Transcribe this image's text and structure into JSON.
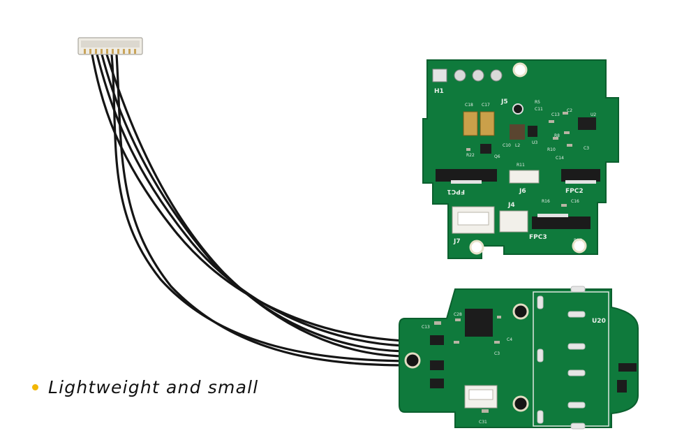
{
  "caption": {
    "text": "Lightweight and small",
    "bullet_color": "#f2b705"
  },
  "board_top": {
    "labels": {
      "h1": "H1",
      "j5": "J5",
      "j6": "J6",
      "j4": "J4",
      "j7": "J7",
      "fpc1": "FPC1",
      "fpc2": "FPC2",
      "fpc3": "FPC3",
      "c18": "C18",
      "c17": "C17",
      "c10": "C10",
      "l2": "L2",
      "u3": "U3",
      "r5": "R5",
      "c11": "C11",
      "c13": "C13",
      "c2": "C2",
      "u2": "U2",
      "r22": "R22",
      "q6": "Q6",
      "r11": "R11",
      "r10": "R10",
      "c14": "C14",
      "r16": "R16",
      "c16": "C16",
      "r17": "R17",
      "r8": "R8",
      "c3": "C3"
    }
  },
  "board_bottom": {
    "labels": {
      "u20": "U20",
      "c13": "C13",
      "c31": "C31",
      "c3": "C3",
      "c4": "C4",
      "c28": "C28"
    }
  },
  "colors": {
    "pcb_green": "#0f7a3c",
    "pcb_edge": "#0b5f2e",
    "cable": "#151515",
    "connector_white": "#f2f0ea",
    "gold": "#d8b25a"
  }
}
